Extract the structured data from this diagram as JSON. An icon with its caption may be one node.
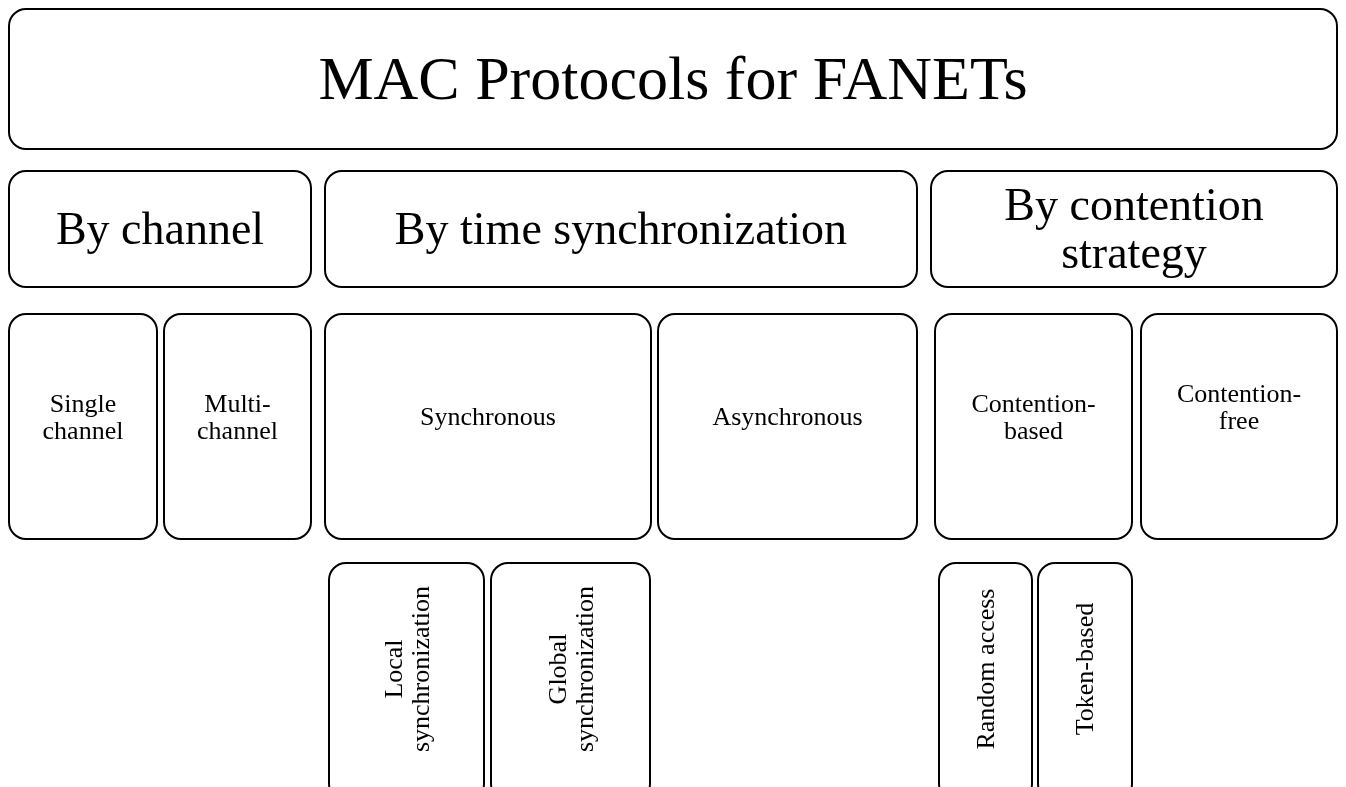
{
  "diagram": {
    "nodes": [
      {
        "text": [
          "MAC Protocols for FANETs"
        ]
      },
      {
        "text": [
          "By channel"
        ]
      },
      {
        "text": [
          "By time synchronization"
        ]
      },
      {
        "text": [
          "By contention strategy"
        ]
      },
      {
        "text": [
          "Single channel"
        ]
      },
      {
        "text": [
          "Multi-channel"
        ]
      },
      {
        "text": [
          "Synchronous"
        ]
      },
      {
        "text": [
          "Asynchronous"
        ]
      },
      {
        "text": [
          "Contention-based"
        ]
      },
      {
        "text": [
          "Contention-free"
        ]
      },
      {
        "text": [
          "Local synchronization"
        ]
      },
      {
        "text": [
          "Global synchronization"
        ]
      },
      {
        "text": [
          "Random access"
        ]
      },
      {
        "text": [
          "Token-based"
        ]
      }
    ]
  }
}
